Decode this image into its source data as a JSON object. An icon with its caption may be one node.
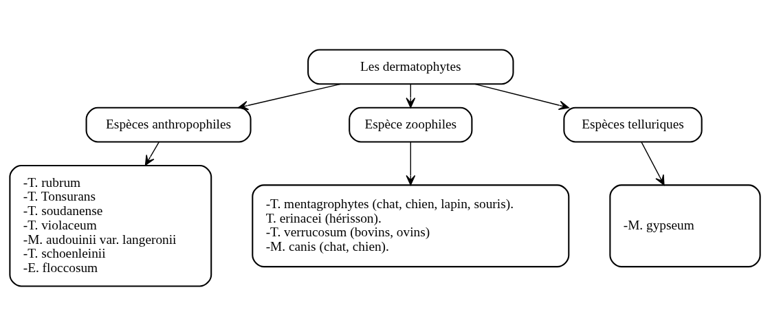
{
  "diagram": {
    "nodes": [
      {
        "text": [
          "Les dermatophytes"
        ]
      },
      {
        "text": [
          "Espèces anthropophiles"
        ]
      },
      {
        "text": [
          "Espèce zoophiles"
        ]
      },
      {
        "text": [
          "Espèces telluriques"
        ]
      },
      {
        "text": [
          "-T. rubrum",
          "-T. Tonsurans",
          "-T. soudanense",
          "-T. violaceum",
          "-M. audouinii var. langeronii",
          "-T. schoenleinii",
          "-E. floccosum"
        ]
      },
      {
        "text": [
          "-T. mentagrophytes (chat, chien, lapin, souris).",
          "T. erinacei (hérisson).",
          "-T. verrucosum (bovins, ovins)",
          "-M. canis (chat, chien)."
        ]
      },
      {
        "text": [
          "-M. gypseum"
        ]
      }
    ],
    "edges": [
      {
        "from": 0,
        "to": 1,
        "arrow": "to"
      },
      {
        "from": 0,
        "to": 2,
        "arrow": "to"
      },
      {
        "from": 0,
        "to": 3,
        "arrow": "to"
      },
      {
        "from": 1,
        "to": 4,
        "arrow": "to"
      },
      {
        "from": 2,
        "to": 5,
        "arrow": "to"
      },
      {
        "from": 3,
        "to": 6,
        "arrow": "to"
      }
    ]
  }
}
